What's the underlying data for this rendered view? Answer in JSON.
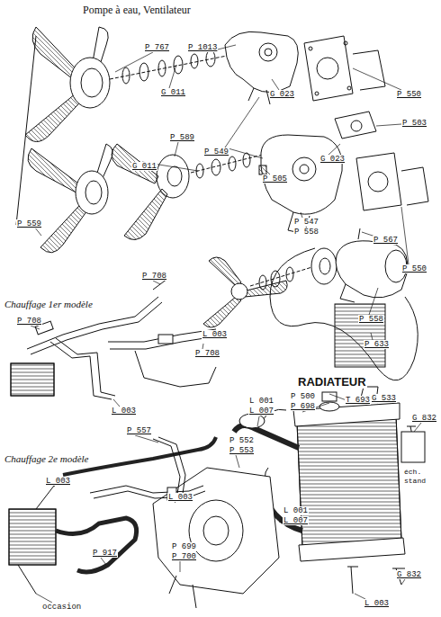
{
  "diagram": {
    "title": "Pompe à eau, Ventilateur",
    "labels": [
      "P 767",
      "P 1013",
      "G 011",
      "G 023",
      "P 550",
      "P 549",
      "P 503",
      "G 023",
      "P 589",
      "G 011",
      "P 505",
      "P 547",
      "P 558",
      "P 550",
      "P 559",
      "P 567",
      "P 558",
      "P 633",
      "P 708",
      "Chauffage 1er modèle",
      "P 708",
      "L 003",
      "P 708",
      "L 003",
      "RADIATEUR",
      "L 001",
      "L 007",
      "P 500",
      "P 698",
      "T 693",
      "G 533",
      "G 832",
      "éch. stand",
      "P 557",
      "P 552",
      "P 553",
      "Chauffage 2e modèle",
      "L 003",
      "L 003",
      "L 001",
      "L 007",
      "P 699",
      "P 700",
      "P 917",
      "occasion",
      "G 832",
      "L 003"
    ]
  }
}
